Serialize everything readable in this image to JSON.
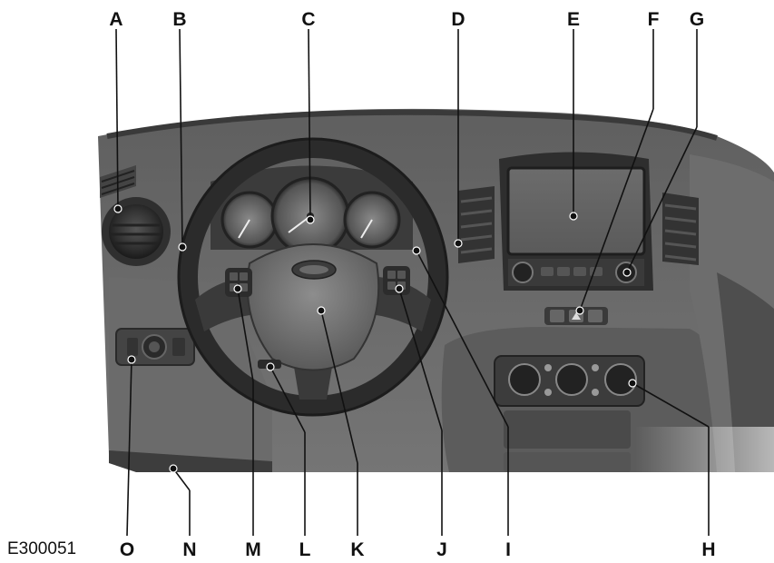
{
  "figure": {
    "id_code": "E300051",
    "callouts": {
      "A": "A",
      "B": "B",
      "C": "C",
      "D": "D",
      "E": "E",
      "F": "F",
      "G": "G",
      "H": "H",
      "I": "I",
      "J": "J",
      "K": "K",
      "L": "L",
      "M": "M",
      "N": "N",
      "O": "O"
    }
  }
}
